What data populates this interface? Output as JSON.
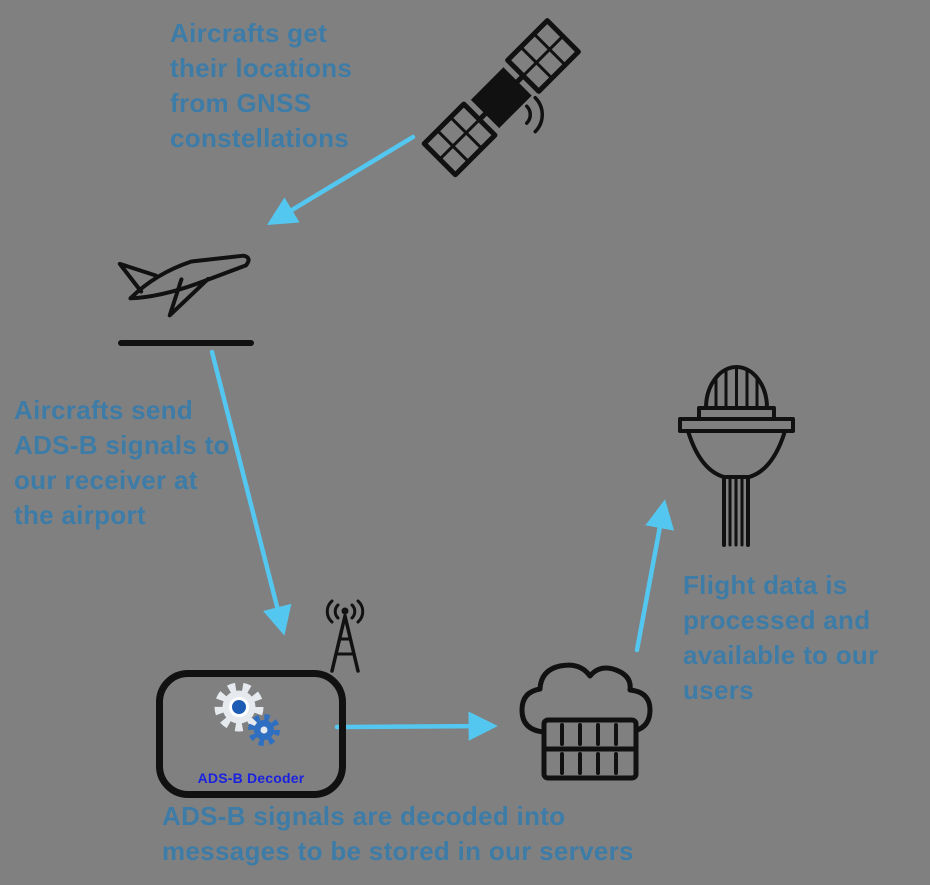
{
  "diagram": {
    "colors": {
      "background": "#808080",
      "text": "#3e7ca8",
      "arrow": "#54c7f0",
      "icon": "#111111",
      "decoder_label": "#1a22e0",
      "gear_light": "#e6eaef",
      "gear_blue": "#2f6fc1",
      "gear_center": "#1c5cb5"
    },
    "annotations": {
      "gnss": "Aircrafts get\ntheir locations\nfrom GNSS\nconstellations",
      "receiver": "Aircrafts send\nADS-B signals to\nour receiver at\nthe airport",
      "users": "Flight data is\nprocessed and\navailable to our\nusers",
      "decoded": "ADS-B signals are decoded into\nmessages to be stored in our servers"
    },
    "decoder": {
      "label": "ADS-B Decoder"
    },
    "nodes": [
      {
        "id": "satellite",
        "icon": "satellite-icon"
      },
      {
        "id": "airplane",
        "icon": "airplane-icon"
      },
      {
        "id": "antenna",
        "icon": "antenna-icon"
      },
      {
        "id": "decoder",
        "icon": "decoder-box"
      },
      {
        "id": "cloud-server",
        "icon": "cloud-server-icon"
      },
      {
        "id": "control-tower",
        "icon": "control-tower-icon"
      }
    ],
    "arrows": [
      {
        "from": "satellite",
        "to": "airplane"
      },
      {
        "from": "airplane",
        "to": "decoder"
      },
      {
        "from": "decoder",
        "to": "cloud-server"
      },
      {
        "from": "cloud-server",
        "to": "control-tower"
      }
    ]
  }
}
